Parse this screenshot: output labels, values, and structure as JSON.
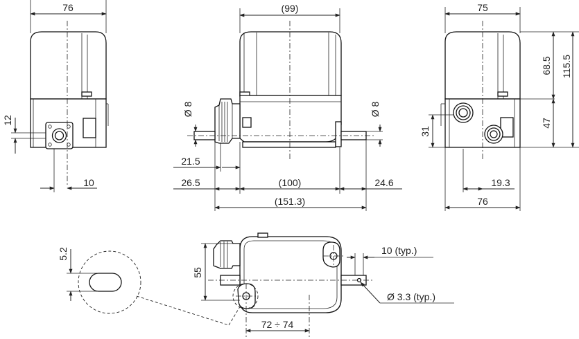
{
  "dimensions": {
    "left_width": "76",
    "left_height": "12",
    "left_offset": "10",
    "front_width_top": "(99)",
    "front_shaft_dia_left": "Ø 8",
    "front_shaft_dia_right": "Ø 8",
    "front_gland": "21.5",
    "front_left_ext": "26.5",
    "front_body": "(100)",
    "front_right_ext": "24.6",
    "front_total": "(151.3)",
    "right_width_top": "75",
    "right_upper": "68.5",
    "right_total_height": "115.5",
    "right_lower": "47",
    "right_shaft_height": "31",
    "right_offset": "19.3",
    "right_width_bottom": "76",
    "slot_width": "5.2",
    "top_depth": "55",
    "hole_spacing": "10 (typ.)",
    "hole_dia": "Ø 3.3 (typ.)",
    "mount_range": "72 ÷ 74"
  }
}
